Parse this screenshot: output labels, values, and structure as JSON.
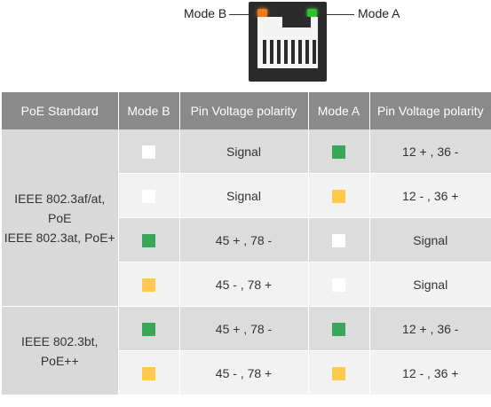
{
  "port": {
    "mode_b_label": "Mode B",
    "mode_a_label": "Mode A",
    "led_b_color": "#f07a1a",
    "led_a_color": "#2fc02f"
  },
  "colors": {
    "header_bg": "#8a8a8a",
    "green": "#3aa65a",
    "yellow": "#ffc94d",
    "white": "#ffffff"
  },
  "table": {
    "headers": [
      "PoE Standard",
      "Mode B",
      "Pin Voltage polarity",
      "Mode A",
      "Pin Voltage polarity"
    ],
    "groups": [
      {
        "standard_lines": [
          "IEEE 802.3af/at, PoE",
          "IEEE 802.3at, PoE+"
        ],
        "rows": [
          {
            "mode_b": "white",
            "pin_b": "Signal",
            "mode_a": "green",
            "pin_a": "12 + , 36 -"
          },
          {
            "mode_b": "white",
            "pin_b": "Signal",
            "mode_a": "yellow",
            "pin_a": "12 - , 36 +"
          },
          {
            "mode_b": "green",
            "pin_b": "45 + , 78 -",
            "mode_a": "white",
            "pin_a": "Signal"
          },
          {
            "mode_b": "yellow",
            "pin_b": "45 - , 78 +",
            "mode_a": "white",
            "pin_a": "Signal"
          }
        ]
      },
      {
        "standard_lines": [
          "IEEE 802.3bt, PoE++"
        ],
        "rows": [
          {
            "mode_b": "green",
            "pin_b": "45 + , 78 -",
            "mode_a": "green",
            "pin_a": "12 + , 36 -"
          },
          {
            "mode_b": "yellow",
            "pin_b": "45 - , 78 +",
            "mode_a": "yellow",
            "pin_a": "12 - , 36 +"
          }
        ]
      }
    ]
  }
}
